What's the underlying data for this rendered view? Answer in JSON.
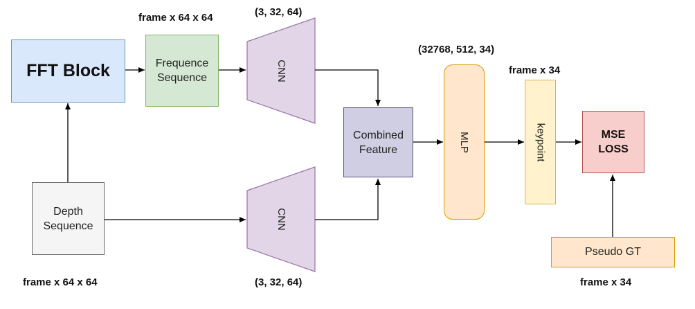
{
  "nodes": {
    "fft_block": "FFT Block",
    "frequence_sequence_line1": "Frequence",
    "frequence_sequence_line2": "Sequence",
    "cnn_top": "CNN",
    "cnn_bottom": "CNN",
    "combined_feature_line1": "Combined",
    "combined_feature_line2": "Feature",
    "depth_sequence_line1": "Depth",
    "depth_sequence_line2": "Sequence",
    "mlp": "MLP",
    "keypoint": "keypoint",
    "mse_loss_line1": "MSE",
    "mse_loss_line2": "LOSS",
    "pseudo_gt": "Pseudo GT"
  },
  "labels": {
    "frequence_shape": "frame x 64 x 64",
    "cnn_top_shape": "(3, 32, 64)",
    "mlp_shape": "(32768, 512, 34)",
    "keypoint_shape": "frame x 34",
    "depth_shape": "frame x 64 x 64",
    "cnn_bottom_shape": "(3, 32, 64)",
    "pseudo_gt_shape": "frame x 34"
  },
  "colors": {
    "fft_fill": "#dae8fc",
    "fft_stroke": "#6c8ebf",
    "freq_fill": "#d5e8d4",
    "freq_stroke": "#82b366",
    "cnn_fill": "#e1d5e7",
    "cnn_stroke": "#9673a6",
    "combined_fill": "#d0cee2",
    "combined_stroke": "#56517e",
    "depth_fill": "#f5f5f5",
    "depth_stroke": "#666666",
    "mlp_fill": "#ffe6cc",
    "mlp_stroke": "#d79b00",
    "keypoint_fill": "#fff2cc",
    "keypoint_stroke": "#d6b656",
    "mse_fill": "#f8cecc",
    "mse_stroke": "#b85450",
    "pseudo_fill": "#ffe6cc",
    "pseudo_stroke": "#d79b00",
    "arrow": "#000000"
  }
}
